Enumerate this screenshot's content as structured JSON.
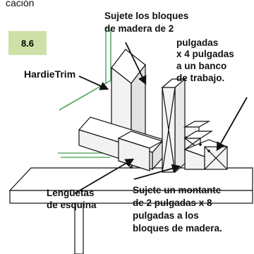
{
  "header_fragment": "cación",
  "figure_number": "8.6",
  "colors": {
    "badge_bg": "#cfe0a8",
    "trim_green": "#5fae6e",
    "block_face": "#f2f2f2",
    "block_side": "#e2e2e2",
    "block_top": "#ffffff",
    "stroke": "#111111"
  },
  "labels": {
    "trim": "HardieTrim",
    "clamp_line1": "Sujete los bloques",
    "clamp_line2": "de madera de 2",
    "clamp_line3": "pulgadas",
    "clamp_line4": "x 4 pulgadas",
    "clamp_line5": "a un banco",
    "clamp_line6": "de trabajo.",
    "tabs_line1": "Lengüetas",
    "tabs_line2": "de esquina",
    "stud_line1": "Sujete un montante",
    "stud_line2": "de 2 pulgadas x 8",
    "stud_line3": "pulgadas a los",
    "stud_line4": "bloques de madera."
  }
}
